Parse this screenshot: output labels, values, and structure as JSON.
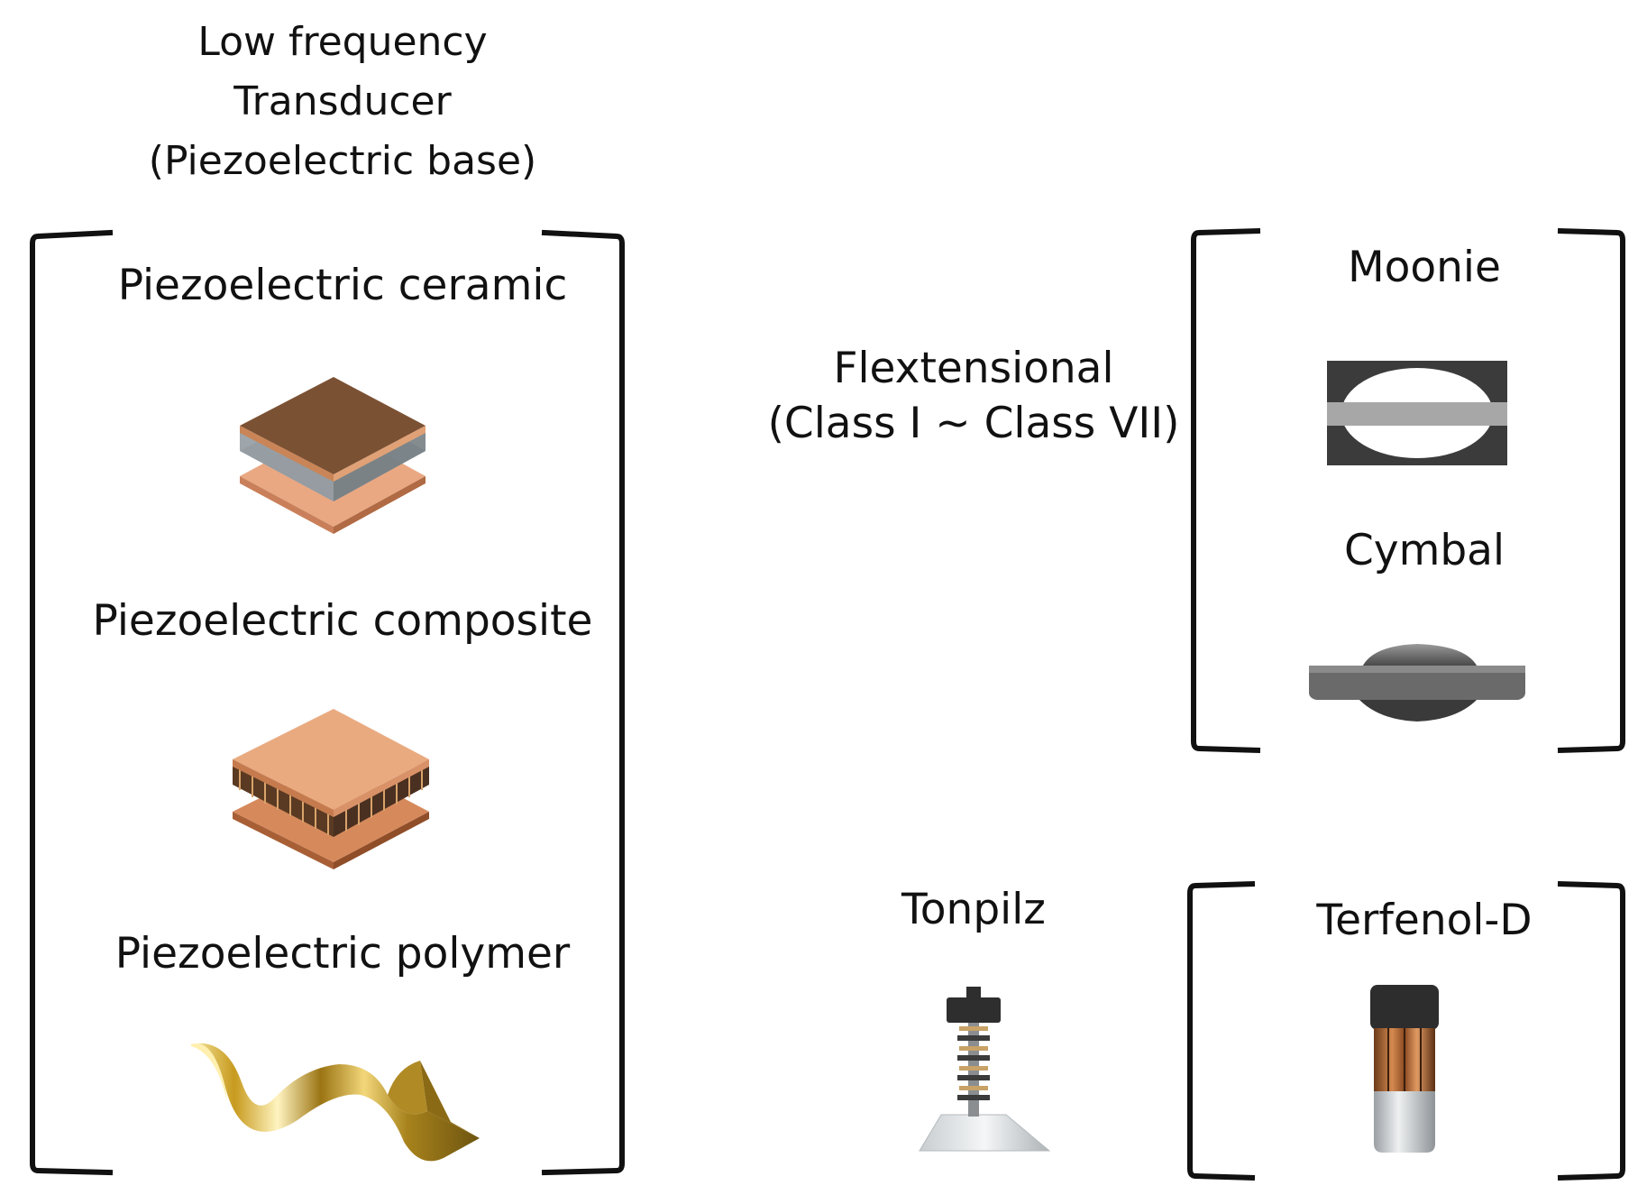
{
  "header": {
    "title": "Low frequency\nTransducer\n(Piezoelectric base)"
  },
  "piezo_group": {
    "ceramic_label": "Piezoelectric  ceramic",
    "composite_label": "Piezoelectric composite",
    "polymer_label": "Piezoelectric polymer"
  },
  "flextensional": {
    "label": "Flextensional\n(Class I ~ Class VII)",
    "moonie_label": "Moonie",
    "cymbal_label": "Cymbal"
  },
  "tonpilz": {
    "label": "Tonpilz"
  },
  "terfenol": {
    "label": "Terfenol-D"
  },
  "colors": {
    "bracket": "#111111",
    "copper_dark": "#7a5033",
    "copper_light": "#e8a57f",
    "glass": "#9aa3a8",
    "gold": "#c9a227",
    "steel": "#5b5b5b"
  }
}
